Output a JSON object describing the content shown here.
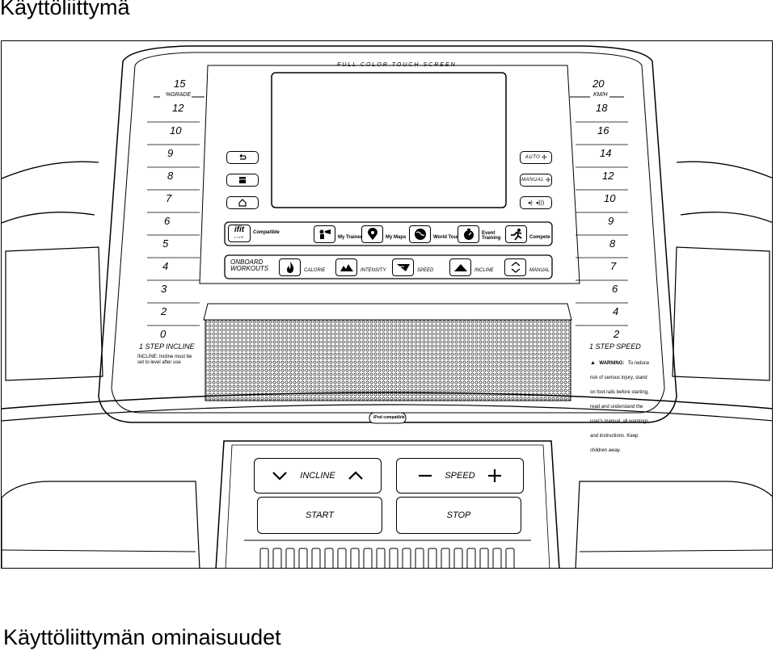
{
  "heading": "Käyttöliittymä",
  "caption": "Käyttöliittymän ominaisuudet",
  "screen_label": "FULL COLOR TOUCH SCREEN",
  "incline_scale": {
    "unit": "%GRADE",
    "values": [
      "15",
      "12",
      "10",
      "9",
      "8",
      "7",
      "6",
      "5",
      "4",
      "3",
      "2",
      "0"
    ],
    "footer": "1 STEP INCLINE",
    "note": "INCLINE: Incline must be set to level after use"
  },
  "speed_scale": {
    "unit": "KM/H",
    "values": [
      "20",
      "18",
      "16",
      "14",
      "12",
      "10",
      "9",
      "8",
      "7",
      "6",
      "4",
      "2"
    ],
    "footer": "1 STEP SPEED",
    "warning_title": "WARNING:",
    "warning_text": "To reduce risk of serious injury, stand on foot rails before starting, read and understand the user's manual, all warnings and instructions. Keep children away."
  },
  "left_keys": [
    "back-icon",
    "menu-icon",
    "home-icon"
  ],
  "right_keys": {
    "auto": "AUTO",
    "manual": "MANUAL"
  },
  "ifit": {
    "logo": "ifit",
    "live": "LIVE",
    "compatible": "Compatible",
    "items": [
      "My Trainer",
      "My Maps",
      "World Tour",
      "Event Training",
      "Compete"
    ]
  },
  "workouts": {
    "title_line1": "ONBOARD",
    "title_line2": "WORKOUTS",
    "items": [
      "CALORIE",
      "INTENSITY",
      "SPEED",
      "INCLINE",
      "MANUAL"
    ]
  },
  "ipod": "iPod compatible",
  "controls": {
    "incline": "INCLINE",
    "speed": "SPEED",
    "start": "START",
    "stop": "STOP"
  }
}
